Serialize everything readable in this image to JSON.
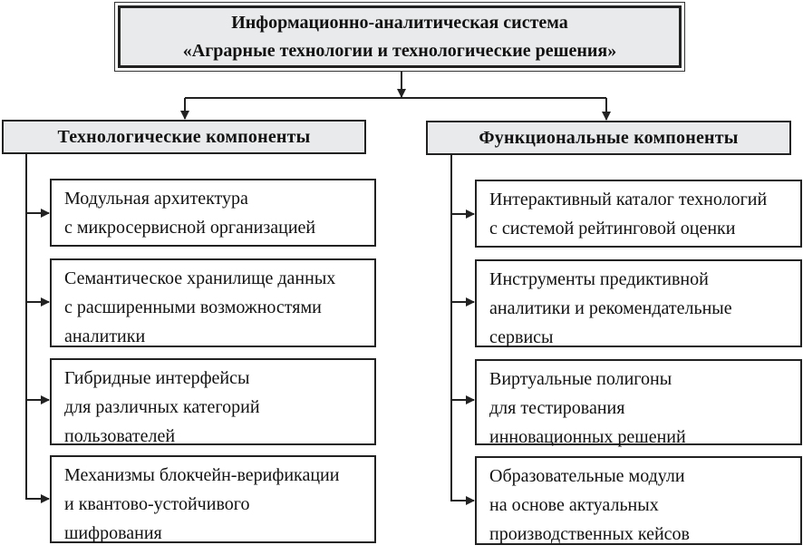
{
  "system": {
    "title_line1": "Информационно-аналитическая система",
    "title_line2": "«Аграрные технологии и технологические решения»"
  },
  "columns": [
    {
      "header": "Технологические компоненты",
      "items": [
        {
          "lines": [
            "Модульная архитектура",
            "с микросервисной организацией"
          ]
        },
        {
          "lines": [
            "Семантическое хранилище данных",
            "с расширенными возможностями",
            "аналитики"
          ]
        },
        {
          "lines": [
            "Гибридные интерфейсы",
            "для различных категорий",
            "пользователей"
          ]
        },
        {
          "lines": [
            "Механизмы блокчейн-верификации",
            "и квантово-устойчивого",
            "шифрования"
          ]
        }
      ]
    },
    {
      "header": "Функциональные компоненты",
      "items": [
        {
          "lines": [
            "Интерактивный каталог технологий",
            "с системой рейтинговой оценки"
          ]
        },
        {
          "lines": [
            "Инструменты предиктивной",
            "аналитики и рекомендательные",
            "сервисы"
          ]
        },
        {
          "lines": [
            "Виртуальные полигоны",
            "для тестирования",
            "инновационных решений"
          ]
        },
        {
          "lines": [
            "Образовательные модули",
            "на основе актуальных",
            "производственных кейсов"
          ]
        }
      ]
    }
  ]
}
